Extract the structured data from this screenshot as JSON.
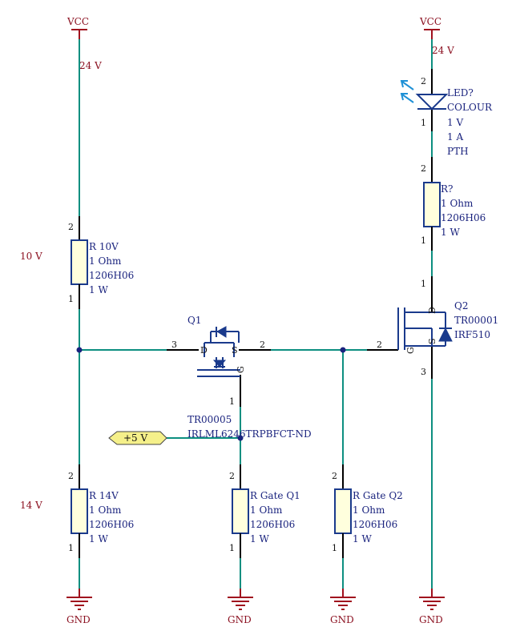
{
  "power": {
    "vcc_left_label": "VCC",
    "vcc_left_voltage": "24 V",
    "vcc_right_label": "VCC",
    "vcc_right_voltage": "24 V",
    "gnd1": "GND",
    "gnd2": "GND",
    "gnd3": "GND",
    "gnd4": "GND"
  },
  "notes": {
    "v10": "10 V",
    "v14": "14 V"
  },
  "net_port": {
    "label": "+5 V",
    "color": "#f5f08a"
  },
  "r10v": {
    "designator": "R 10V",
    "value": "1 Ohm",
    "footprint": "1206H06",
    "power": "1 W",
    "pin_top": "2",
    "pin_bottom": "1"
  },
  "r14v": {
    "designator": "R 14V",
    "value": "1 Ohm",
    "footprint": "1206H06",
    "power": "1 W",
    "pin_top": "2",
    "pin_bottom": "1"
  },
  "rgq1": {
    "designator": "R Gate Q1",
    "value": "1 Ohm",
    "footprint": "1206H06",
    "power": "1 W",
    "pin_top": "2",
    "pin_bottom": "1"
  },
  "rgq2": {
    "designator": "R Gate Q2",
    "value": "1 Ohm",
    "footprint": "1206H06",
    "power": "1 W",
    "pin_top": "2",
    "pin_bottom": "1"
  },
  "rq": {
    "designator": "R?",
    "value": "1 Ohm",
    "footprint": "1206H06",
    "power": "1 W",
    "pin_top": "2",
    "pin_bottom": "1"
  },
  "led": {
    "designator": "LED?",
    "color": "COLOUR",
    "voltage": "1 V",
    "current": "1 A",
    "mount": "PTH",
    "pin_top": "2",
    "pin_bottom": "1"
  },
  "q1": {
    "designator": "Q1",
    "part_id": "TR00005",
    "part_number": "IRLML6246TRPBFCT-ND",
    "pin_d": "D",
    "pin_s": "S",
    "pin_g": "G",
    "pin_d_num": "3",
    "pin_s_num": "2",
    "pin_g_num": "1"
  },
  "q2": {
    "designator": "Q2",
    "part_id": "TR00001",
    "part_number": "IRF510",
    "pin_d": "D",
    "pin_s": "S",
    "pin_g": "G",
    "pin_d_num": "1",
    "pin_g_num": "2",
    "pin_s_num": "3"
  },
  "colors": {
    "wire": "#0d8f80",
    "component": "#1a3a8c",
    "power": "#a0101e",
    "led_arrows": "#1e90d6"
  }
}
